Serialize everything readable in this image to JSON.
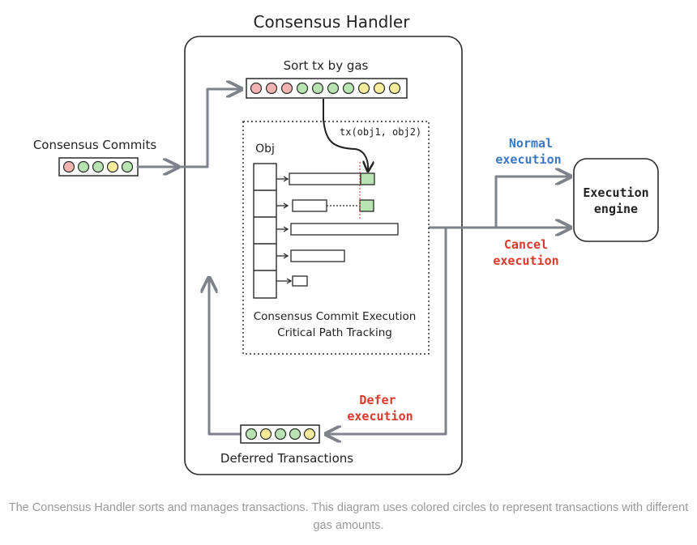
{
  "diagram": {
    "title": "Consensus Handler",
    "sort_label": "Sort tx by gas",
    "commits_label": "Consensus Commits",
    "tx_call_label": "tx(obj1, obj2)",
    "obj_label": "Obj",
    "tracking_label_line1": "Consensus Commit Execution",
    "tracking_label_line2": "Critical Path Tracking",
    "normal_line1": "Normal",
    "normal_line2": "execution",
    "cancel_line1": "Cancel",
    "cancel_line2": "execution",
    "defer_line1": "Defer",
    "defer_line2": "execution",
    "engine_line1": "Execution",
    "engine_line2": "engine",
    "deferred_label": "Deferred Transactions",
    "sorted_queue": [
      "red",
      "red",
      "red",
      "green",
      "green",
      "green",
      "green",
      "yellow",
      "yellow",
      "yellow"
    ],
    "commit_queue": [
      "red",
      "green",
      "green",
      "yellow",
      "green"
    ],
    "deferred_queue": [
      "green",
      "yellow",
      "green",
      "green",
      "yellow"
    ],
    "colors": {
      "red": "#f4b3b3",
      "green": "#b7e4b0",
      "yellow": "#f6ec9a",
      "normal": "#3a78c2",
      "cancel_defer": "#d93a2b",
      "arrow": "#7d828b",
      "outline": "#2a2a2a"
    }
  },
  "caption": "The Consensus Handler sorts and manages transactions. This diagram uses colored circles to represent transactions with different gas amounts."
}
